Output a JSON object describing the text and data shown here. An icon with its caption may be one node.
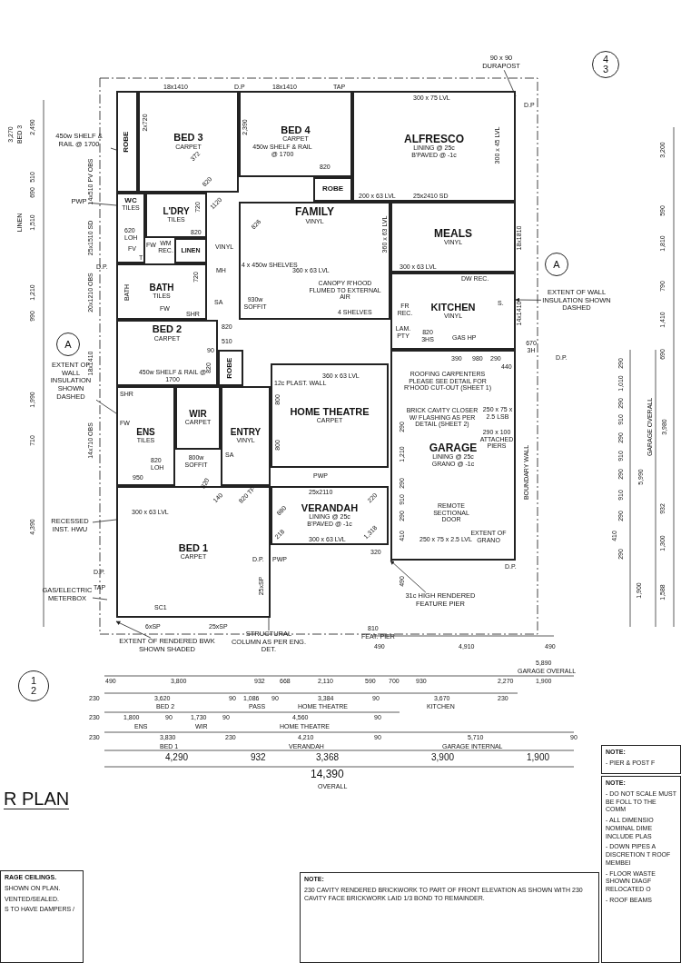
{
  "diagram": {
    "nodes": [
      {
        "text": [
          "ROBE"
        ]
      },
      {
        "text": [
          "BED 3",
          "CARPET"
        ]
      },
      {
        "text": [
          "BED 4",
          "CARPET"
        ]
      },
      {
        "text": [
          "ROBE"
        ]
      },
      {
        "text": [
          "ALFRESCO",
          "LINING @ 25c B'PAVED @ -1c"
        ]
      },
      {
        "text": [
          "WC",
          "TILES"
        ]
      },
      {
        "text": [
          "L'DRY",
          "TILES"
        ]
      },
      {
        "text": [
          "LINEN"
        ]
      },
      {
        "text": [
          "BATH",
          "TILES"
        ]
      },
      {
        "text": [
          "FAMILY",
          "VINYL"
        ]
      },
      {
        "text": [
          "MEALS",
          "VINYL"
        ]
      },
      {
        "text": [
          "KITCHEN",
          "VINYL"
        ]
      },
      {
        "text": [
          "BED 2",
          "CARPET"
        ]
      },
      {
        "text": [
          "ROBE"
        ]
      },
      {
        "text": [
          "ENS",
          "TILES"
        ]
      },
      {
        "text": [
          "WIR",
          "CARPET"
        ]
      },
      {
        "text": [
          "ENTRY",
          "VINYL"
        ]
      },
      {
        "text": [
          "HOME THEATRE",
          "CARPET"
        ]
      },
      {
        "text": [
          "VERANDAH",
          "LINING @ 25c B'PAVED @ -1c"
        ]
      },
      {
        "text": [
          "GARAGE",
          "LINING @ 25c GRANO @ -1c"
        ]
      },
      {
        "text": [
          "BED 1",
          "CARPET"
        ]
      },
      {
        "text": [
          "A"
        ]
      },
      {
        "text": [
          "A"
        ]
      },
      {
        "text": [
          "4",
          "3"
        ]
      },
      {
        "text": [
          "1",
          "2"
        ]
      },
      {
        "text": [
          "NOTE:",
          "230 CAVITY RENDERED BRICKWORK TO PART OF FRONT ELEVATION AS SHOWN WITH 230 CAVITY FACE BRICKWORK LAID 1/3 BOND TO REMAINDER."
        ]
      },
      {
        "text": [
          "NOTE:",
          "- PIER & POST F"
        ]
      },
      {
        "text": [
          "NOTE:",
          "- DO NOT SCALE MUST BE FOLL TO THE COMM",
          "- ALL DIMENSIO NOMINAL DIME INCLUDE PLAS",
          "- DOWN PIPES A DISCRETION T ROOF MEMBEI",
          "- FLOOR WASTE SHOWN DIAGF RELOCATED O",
          "- ROOF BEAMS"
        ]
      },
      {
        "text": [
          "RAGE CEILINGS.",
          "SHOWN ON PLAN.",
          "VENTED/SEALED.",
          "S TO HAVE DAMPERS /"
        ]
      },
      {
        "text": [
          "450w SHELF & RAIL @ 1700"
        ]
      },
      {
        "text": [
          "PWP"
        ]
      },
      {
        "text": [
          "EXTENT OF WALL INSULATION SHOWN DASHED"
        ]
      },
      {
        "text": [
          "90 x 90 DURAPOST"
        ]
      },
      {
        "text": [
          "EXTENT OF WALL INSULATION SHOWN DASHED"
        ]
      },
      {
        "text": [
          "RECESSED INST. HWU"
        ]
      },
      {
        "text": [
          "GAS/ELECTRIC METERBOX"
        ]
      },
      {
        "text": [
          "EXTENT OF RENDERED BWK SHOWN SHADED"
        ]
      },
      {
        "text": [
          "STRUCTURAL COLUMN AS PER ENG. DET."
        ]
      },
      {
        "text": [
          "31c HIGH RENDERED FEATURE PIER"
        ]
      }
    ],
    "edges": [
      {
        "from": 29,
        "to": 0,
        "arrow": "none"
      },
      {
        "from": 30,
        "to": 5,
        "arrow": "none"
      },
      {
        "from": 31,
        "to": 11,
        "arrow": "to"
      },
      {
        "from": 32,
        "to": 4,
        "arrow": "none"
      },
      {
        "from": 33,
        "to": 14,
        "arrow": "none"
      },
      {
        "from": 34,
        "to": 20,
        "arrow": "none"
      },
      {
        "from": 35,
        "to": null,
        "arrow": "none"
      },
      {
        "from": 36,
        "to": null,
        "arrow": "to"
      },
      {
        "from": 37,
        "to": 20,
        "arrow": "none"
      },
      {
        "from": 38,
        "to": 19,
        "arrow": "to"
      }
    ],
    "labels": [
      "18x1410",
      "D.P",
      "18x1410",
      "TAP",
      "300 x 75 LVL",
      "2x720",
      "372",
      "2,390",
      "450w SHELF & RAIL @ 1700",
      "820",
      "D.P",
      "300 x 45 LVL",
      "200 x 63 LVL",
      "25x2410 SD",
      "820",
      "1120",
      "826",
      "14x510 PV OBS",
      "620",
      "LOH",
      "FV",
      "25x1510 SD",
      "720",
      "820",
      "FW",
      "WM REC.",
      "T",
      "VINYL",
      "D.P.",
      "20x1210 OBS",
      "BATH",
      "FW",
      "720",
      "SHR",
      "MH",
      "4 x 450w SHELVES",
      "360 x 63 LVL",
      "SA",
      "930w SOFFIT",
      "820",
      "360 x 63 LVL",
      "300 x 63 LVL",
      "18x1810",
      "CANOPY R'HOOD FLUMED TO EXTERNAL AIR",
      "DW REC.",
      "S.",
      "GAS HP",
      "FR REC.",
      "LAM. PTY",
      "820 3HS",
      "14x1410",
      "4 SHELVES",
      "670 3H",
      "D.P.",
      "90",
      "510",
      "450w SHELF & RAIL @ 1700",
      "820",
      "18x1410",
      "12c PLAST. WALL",
      "800",
      "360 x 63 LVL",
      "SHR",
      "FW",
      "14x710 OBS",
      "820",
      "LOH",
      "800w SOFFIT",
      "SA",
      "950",
      "820",
      "140",
      "820 TF",
      "800",
      "PWP",
      "25x2110",
      "880",
      "220",
      "218",
      "300 x 63 LVL",
      "1,318",
      "320",
      "D.P.",
      "PWP",
      "300 x 63 LVL",
      "D.P.",
      "TAP",
      "SC1",
      "6xSP",
      "25xSP",
      "25xSP",
      "390",
      "980",
      "290",
      "440",
      "ROOFING CARPENTERS PLEASE SEE DETAIL FOR R'HOOD CUT-OUT (SHEET 1)",
      "BRICK CAVITY CLOSER W/ FLASHING AS PER DETAIL (SHEET 2)",
      "250 x 75 x 2.5 LSB",
      "290 x 100 ATTACHED PIERS",
      "BOUNDARY WALL",
      "REMOTE SECTIONAL DOOR",
      "250 x 75 x 2.5 LVL",
      "EXTENT OF GRANO",
      "290",
      "1,210",
      "290",
      "910",
      "290",
      "410",
      "490",
      "D.P.",
      "810",
      "FEAT. PIER",
      "490",
      "4,910",
      "490",
      "5,890",
      "GARAGE OVERALL",
      "490",
      "3,800",
      "932",
      "668",
      "2,110",
      "590",
      "700",
      "930",
      "2,270",
      "1,900",
      "230",
      "3,620",
      "BED 2",
      "90",
      "1,086",
      "PASS",
      "90",
      "3,384",
      "HOME THEATRE",
      "90",
      "3,670",
      "KITCHEN",
      "230",
      "230",
      "1,800",
      "ENS",
      "90",
      "1,730",
      "WIR",
      "90",
      "4,560",
      "HOME THEATRE",
      "90",
      "230",
      "3,830",
      "BED 1",
      "230",
      "4,210",
      "VERANDAH",
      "90",
      "5,710",
      "GARAGE INTERNAL",
      "90",
      "4,290",
      "932",
      "3,368",
      "3,900",
      "1,900",
      "14,390",
      "OVERALL",
      "R PLAN",
      "3,270",
      "BED 3",
      "2,490",
      "510",
      "690",
      "LINEN",
      "1,510",
      "1,210",
      "990",
      "1,990",
      "710",
      "4,390",
      "3,200",
      "590",
      "1,810",
      "790",
      "1,410",
      "690",
      "290",
      "1,010",
      "290",
      "910",
      "290",
      "910",
      "290",
      "910",
      "290",
      "410",
      "290",
      "5,990",
      "GARAGE OVERALL",
      "3,980",
      "932",
      "1,300",
      "1,900",
      "1,588"
    ]
  }
}
